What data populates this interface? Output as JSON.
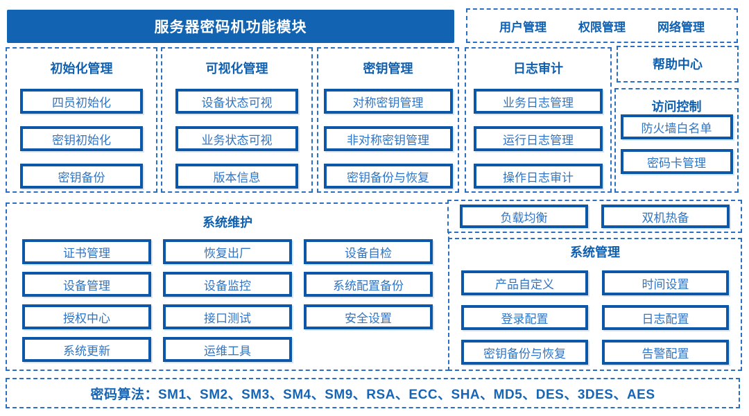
{
  "colors": {
    "accent": "#1263B2",
    "button_border": "#0C57A8",
    "dashed_border": "#2A6FC2",
    "title_text": "#0F5FB0",
    "button_text": "#2F74C4",
    "header_text": "#FFFFFF"
  },
  "header": {
    "title": "服务器密码机功能模块"
  },
  "top_menu": {
    "items": [
      "用户管理",
      "权限管理",
      "网络管理"
    ]
  },
  "sections": {
    "init": {
      "title": "初始化管理",
      "items": [
        "四员初始化",
        "密钥初始化",
        "密钥备份"
      ]
    },
    "visual": {
      "title": "可视化管理",
      "items": [
        "设备状态可视",
        "业务状态可视",
        "版本信息"
      ]
    },
    "key": {
      "title": "密钥管理",
      "items": [
        "对称密钥管理",
        "非对称密钥管理",
        "密钥备份与恢复"
      ]
    },
    "log": {
      "title": "日志审计",
      "items": [
        "业务日志管理",
        "运行日志管理",
        "操作日志审计"
      ]
    },
    "help": {
      "title": "帮助中心"
    },
    "access": {
      "title": "访问控制",
      "items": [
        "防火墙白名单",
        "密码卡管理"
      ]
    },
    "maintenance": {
      "title": "系统维护",
      "items": [
        "证书管理",
        "恢复出厂",
        "设备自检",
        "设备管理",
        "设备监控",
        "系统配置备份",
        "授权中心",
        "接口测试",
        "安全设置",
        "系统更新",
        "运维工具"
      ]
    },
    "ha": {
      "items": [
        "负载均衡",
        "双机热备"
      ]
    },
    "sysmgmt": {
      "title": "系统管理",
      "items": [
        "产品自定义",
        "时间设置",
        "登录配置",
        "日志配置",
        "密钥备份与恢复",
        "告警配置"
      ]
    }
  },
  "footer": {
    "label": "密码算法：",
    "algorithms": "SM1、SM2、SM3、SM4、SM9、RSA、ECC、SHA、MD5、DES、3DES、AES"
  }
}
